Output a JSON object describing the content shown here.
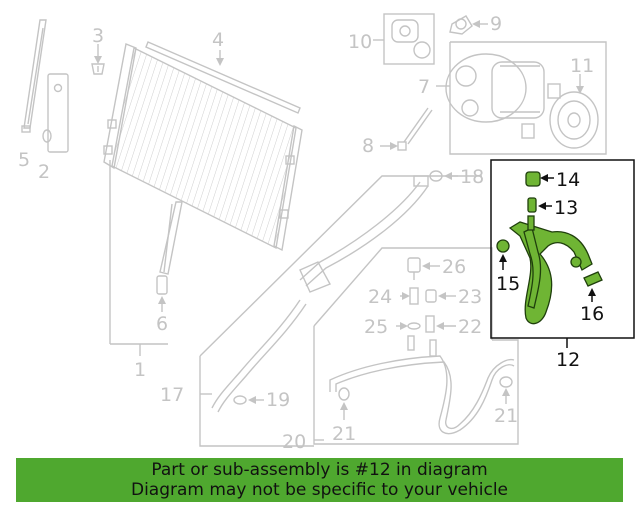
{
  "callouts": {
    "c1": "1",
    "c2": "2",
    "c3": "3",
    "c4": "4",
    "c5": "5",
    "c6": "6",
    "c7": "7",
    "c8": "8",
    "c9": "9",
    "c10": "10",
    "c11": "11",
    "c12": "12",
    "c13": "13",
    "c14": "14",
    "c15": "15",
    "c16": "16",
    "c17": "17",
    "c18": "18",
    "c19": "19",
    "c20": "20",
    "c21a": "21",
    "c21b": "21",
    "c22": "22",
    "c23": "23",
    "c24": "24",
    "c25": "25",
    "c26": "26"
  },
  "banner": {
    "line1": "Part or sub-assembly is #12 in diagram",
    "line2": "Diagram may not be specific to your vehicle"
  },
  "colors": {
    "highlight_part": "#6fb534",
    "banner_background": "#4fa82f",
    "inactive_line": "#c4c4c4",
    "active_line": "#111111"
  }
}
